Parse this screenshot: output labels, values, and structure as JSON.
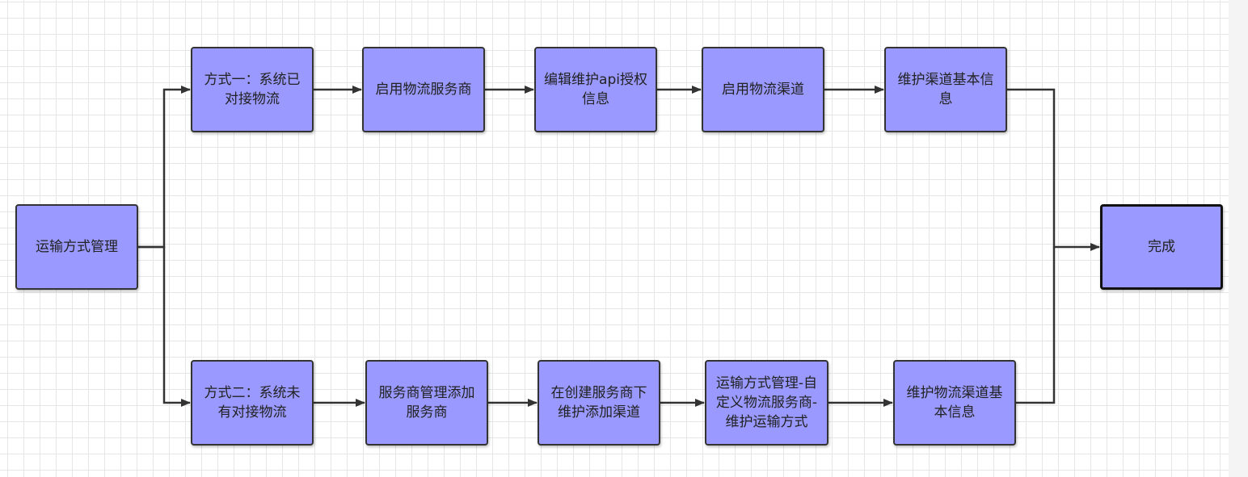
{
  "diagram": {
    "colors": {
      "node_fill": "#9999ff",
      "node_border": "#333333",
      "edge": "#333333",
      "grid": "#e6e6e6"
    },
    "nodes": {
      "start": "运输方式管理",
      "m1_step1": "方式一：系统已对接物流",
      "m1_step2": "启用物流服务商",
      "m1_step3": "编辑维护api授权信息",
      "m1_step4": "启用物流渠道",
      "m1_step5": "维护渠道基本信息",
      "m2_step1": "方式二：系统未有对接物流",
      "m2_step2": "服务商管理添加服务商",
      "m2_step3": "在创建服务商下维护添加渠道",
      "m2_step4": "运输方式管理-自定义物流服务商-维护运输方式",
      "m2_step5": "维护物流渠道基本信息",
      "end": "完成"
    }
  }
}
